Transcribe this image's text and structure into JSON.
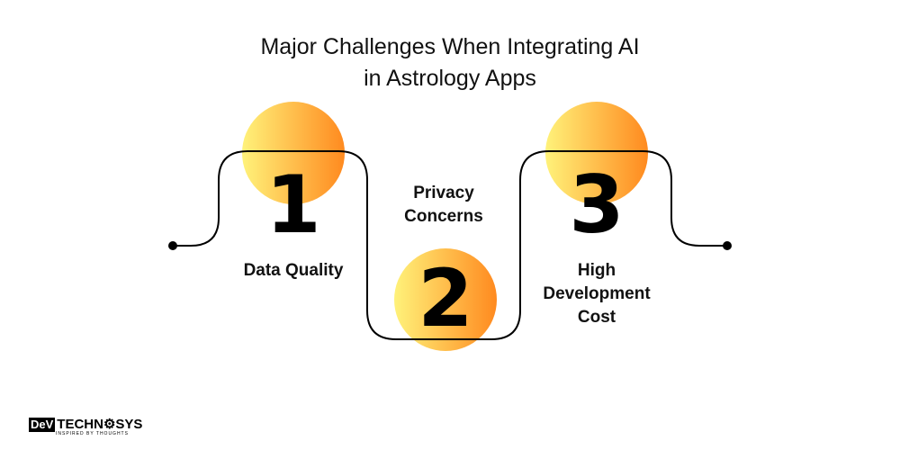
{
  "title": {
    "line1": "Major Challenges When Integrating AI",
    "line2": "in Astrology Apps"
  },
  "steps": [
    {
      "number": "1",
      "label": "Data Quality"
    },
    {
      "number": "2",
      "label": "Privacy Concerns"
    },
    {
      "number": "3",
      "label": "High Development Cost"
    }
  ],
  "colors": {
    "circle_start": "#FFF27A",
    "circle_end": "#FF8A1F",
    "line": "#000000"
  },
  "logo": {
    "dev": "DeV",
    "name": "TECHN⚙SYS",
    "tagline": "INSPIRED BY THOUGHTS"
  }
}
